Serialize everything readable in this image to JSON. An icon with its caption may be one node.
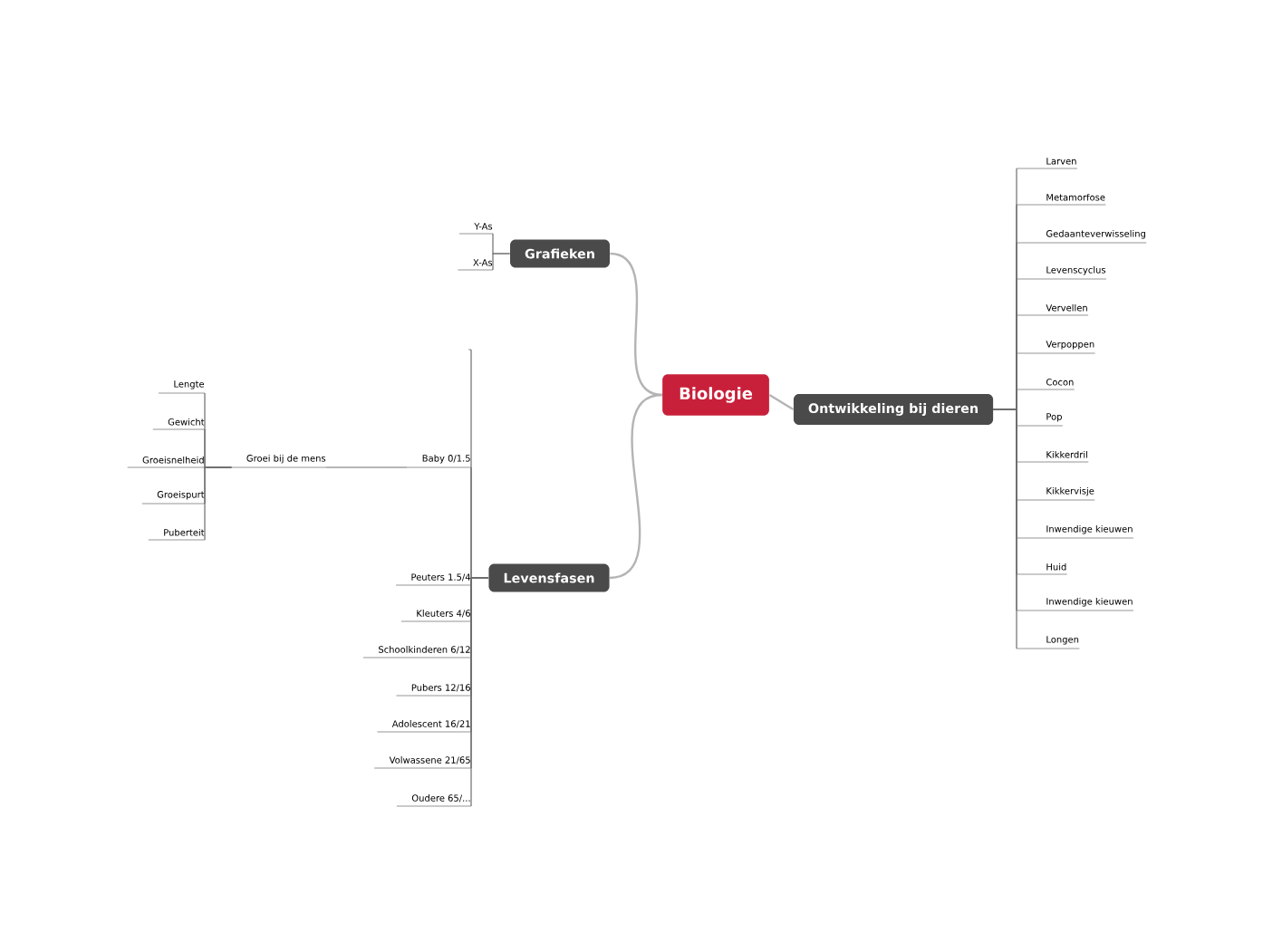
{
  "diagram": {
    "nodes": [
      {
        "text": [
          "Biologie"
        ]
      },
      {
        "text": [
          "Grafieken"
        ]
      },
      {
        "text": [
          "Y-As"
        ]
      },
      {
        "text": [
          "X-As"
        ]
      },
      {
        "text": [
          "Levensfasen"
        ]
      },
      {
        "text": [],
        "shape": "bar"
      },
      {
        "text": [
          "Baby 0/1.5"
        ]
      },
      {
        "text": [
          "Groei bij de mens"
        ]
      },
      {
        "text": [
          "Lengte"
        ]
      },
      {
        "text": [
          "Gewicht"
        ]
      },
      {
        "text": [
          "Groeisnelheid"
        ]
      },
      {
        "text": [
          "Groeispurt"
        ]
      },
      {
        "text": [
          "Puberteit"
        ]
      },
      {
        "text": [
          "Peuters 1.5/4"
        ]
      },
      {
        "text": [
          "Kleuters 4/6"
        ]
      },
      {
        "text": [
          "Schoolkinderen 6/12"
        ]
      },
      {
        "text": [
          "Pubers 12/16"
        ]
      },
      {
        "text": [
          "Adolescent 16/21"
        ]
      },
      {
        "text": [
          "Volwassene 21/65"
        ]
      },
      {
        "text": [
          "Oudere 65/..."
        ]
      },
      {
        "text": [
          "Ontwikkeling bij dieren"
        ]
      },
      {
        "text": [
          "Larven"
        ]
      },
      {
        "text": [
          "Metamorfose"
        ]
      },
      {
        "text": [
          "Gedaanteverwisseling"
        ]
      },
      {
        "text": [
          "Levenscyclus"
        ]
      },
      {
        "text": [
          "Vervellen"
        ]
      },
      {
        "text": [
          "Verpoppen"
        ]
      },
      {
        "text": [
          "Cocon"
        ]
      },
      {
        "text": [
          "Pop"
        ]
      },
      {
        "text": [
          "Kikkerdril"
        ]
      },
      {
        "text": [
          "Kikkervisje"
        ]
      },
      {
        "text": [
          "Inwendige kieuwen"
        ]
      },
      {
        "text": [
          "Huid"
        ]
      },
      {
        "text": [
          "Inwendige kieuwen"
        ]
      },
      {
        "text": [
          "Longen"
        ]
      }
    ],
    "edges": [
      {
        "from": 0,
        "to": 1,
        "arrow": "none"
      },
      {
        "from": 0,
        "to": 4,
        "arrow": "none"
      },
      {
        "from": 0,
        "to": 20,
        "arrow": "none"
      },
      {
        "from": 1,
        "to": 2,
        "arrow": "none"
      },
      {
        "from": 1,
        "to": 3,
        "arrow": "none"
      },
      {
        "from": 4,
        "to": 5,
        "arrow": "none"
      },
      {
        "from": 4,
        "to": 6,
        "arrow": "none"
      },
      {
        "from": 6,
        "to": 7,
        "arrow": "none"
      },
      {
        "from": 7,
        "to": 8,
        "arrow": "none"
      },
      {
        "from": 7,
        "to": 9,
        "arrow": "none"
      },
      {
        "from": 7,
        "to": 10,
        "arrow": "none"
      },
      {
        "from": 7,
        "to": 11,
        "arrow": "none"
      },
      {
        "from": 7,
        "to": 12,
        "arrow": "none"
      },
      {
        "from": 4,
        "to": 13,
        "arrow": "none"
      },
      {
        "from": 4,
        "to": 14,
        "arrow": "none"
      },
      {
        "from": 4,
        "to": 15,
        "arrow": "none"
      },
      {
        "from": 4,
        "to": 16,
        "arrow": "none"
      },
      {
        "from": 4,
        "to": 17,
        "arrow": "none"
      },
      {
        "from": 4,
        "to": 18,
        "arrow": "none"
      },
      {
        "from": 4,
        "to": 19,
        "arrow": "none"
      },
      {
        "from": 20,
        "to": 21,
        "arrow": "none"
      },
      {
        "from": 20,
        "to": 22,
        "arrow": "none"
      },
      {
        "from": 20,
        "to": 23,
        "arrow": "none"
      },
      {
        "from": 20,
        "to": 24,
        "arrow": "none"
      },
      {
        "from": 20,
        "to": 25,
        "arrow": "none"
      },
      {
        "from": 20,
        "to": 26,
        "arrow": "none"
      },
      {
        "from": 20,
        "to": 27,
        "arrow": "none"
      },
      {
        "from": 20,
        "to": 28,
        "arrow": "none"
      },
      {
        "from": 20,
        "to": 29,
        "arrow": "none"
      },
      {
        "from": 20,
        "to": 30,
        "arrow": "none"
      },
      {
        "from": 20,
        "to": 31,
        "arrow": "none"
      },
      {
        "from": 20,
        "to": 32,
        "arrow": "none"
      },
      {
        "from": 20,
        "to": 33,
        "arrow": "none"
      },
      {
        "from": 20,
        "to": 34,
        "arrow": "none"
      }
    ]
  }
}
